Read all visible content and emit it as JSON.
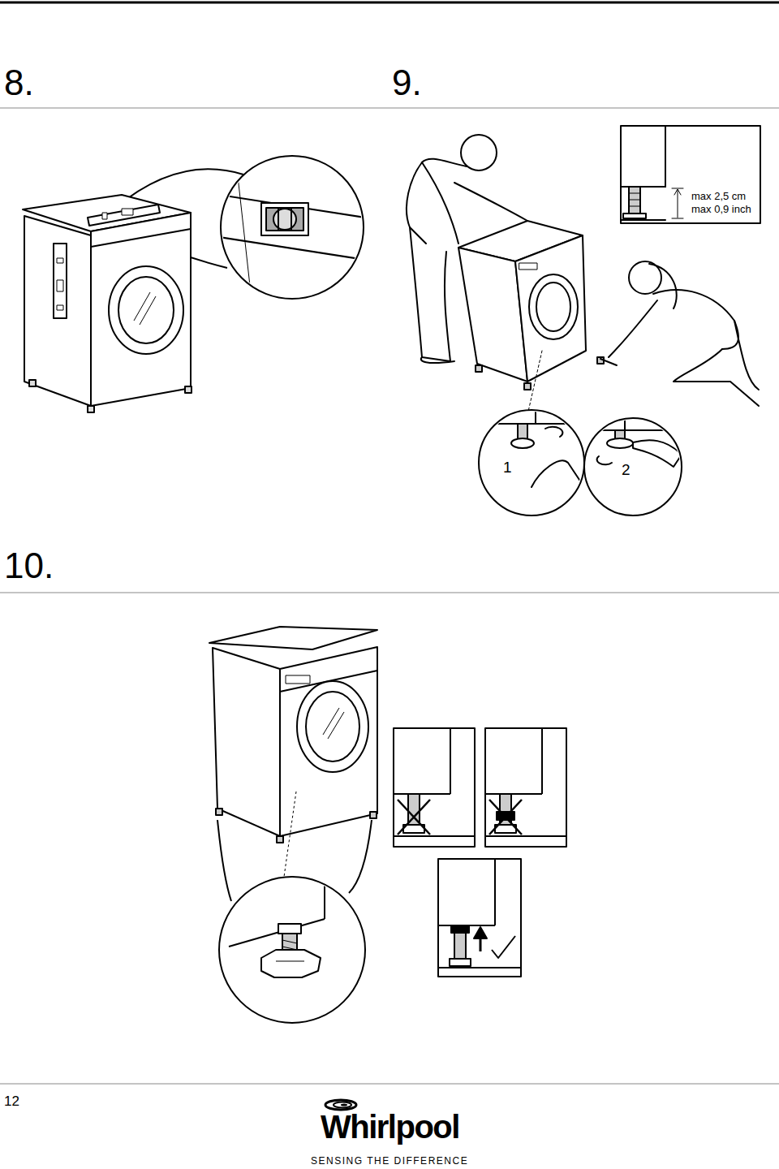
{
  "diagram": {
    "labels": [
      "8.",
      "9.",
      "max 2,5 cm",
      "max 0,9 inch",
      "1",
      "2",
      "10.",
      "12",
      "Whirlpool",
      "SENSING THE DIFFERENCE"
    ]
  }
}
